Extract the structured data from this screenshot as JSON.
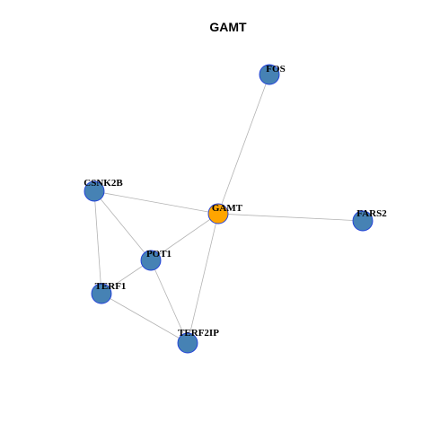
{
  "title": "GAMT",
  "colors": {
    "default_node": "#4682B4",
    "focus_node": "#FFA500",
    "node_border": "#1E3DDB",
    "edge": "#B3B3B3",
    "background": "#FFFFFF"
  },
  "nodes": [
    {
      "id": "FOS",
      "label": "FOS",
      "focus": false
    },
    {
      "id": "CSNK2B",
      "label": "CSNK2B",
      "focus": false
    },
    {
      "id": "GAMT",
      "label": "GAMT",
      "focus": true
    },
    {
      "id": "FARS2",
      "label": "FARS2",
      "focus": false
    },
    {
      "id": "POT1",
      "label": "POT1",
      "focus": false
    },
    {
      "id": "TERF1",
      "label": "TERF1",
      "focus": false
    },
    {
      "id": "TERF2IP",
      "label": "TERF2IP",
      "focus": false
    }
  ],
  "edges": [
    {
      "source": "GAMT",
      "target": "FOS"
    },
    {
      "source": "GAMT",
      "target": "CSNK2B"
    },
    {
      "source": "GAMT",
      "target": "FARS2"
    },
    {
      "source": "GAMT",
      "target": "POT1"
    },
    {
      "source": "GAMT",
      "target": "TERF2IP"
    },
    {
      "source": "CSNK2B",
      "target": "POT1"
    },
    {
      "source": "CSNK2B",
      "target": "TERF1"
    },
    {
      "source": "POT1",
      "target": "TERF1"
    },
    {
      "source": "POT1",
      "target": "TERF2IP"
    },
    {
      "source": "TERF1",
      "target": "TERF2IP"
    }
  ]
}
